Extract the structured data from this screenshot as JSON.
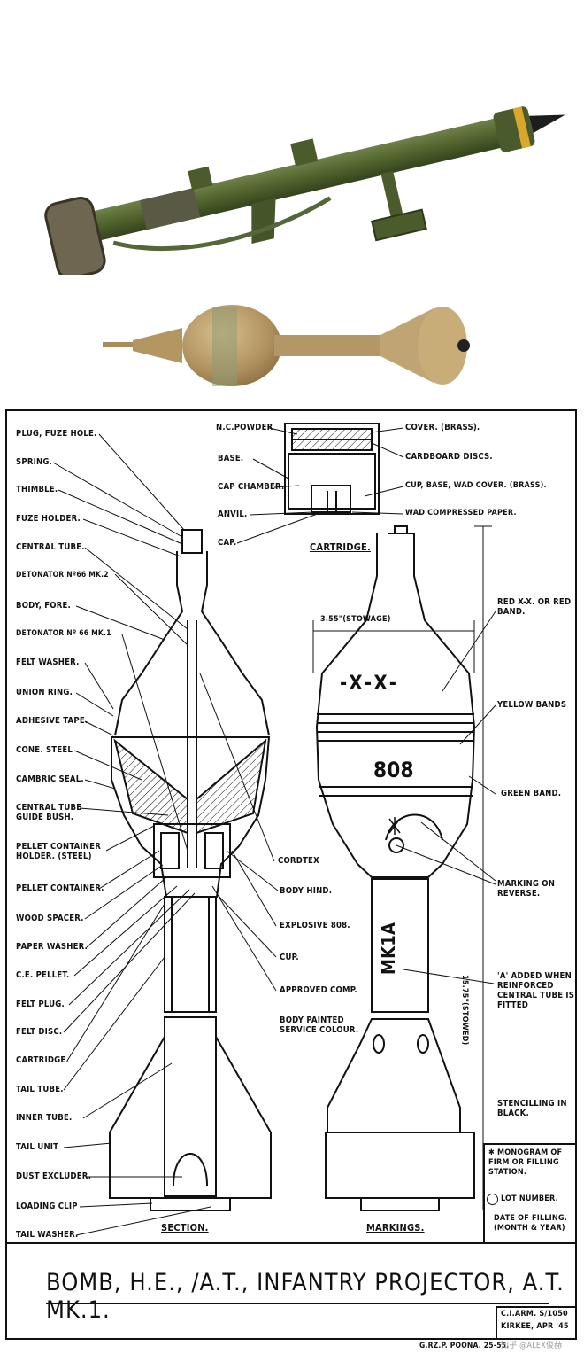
{
  "photos": {
    "weapon": "launcher-photo",
    "bomb": "bomb-photo"
  },
  "diagram": {
    "title": "BOMB, H.E., /A.T., INFANTRY PROJECTOR, A.T. MK.1.",
    "reference_line1": "C.I.ARM. S/1050",
    "reference_line2": "KIRKEE, APR '45",
    "printer": "G.RZ.P. POONA. 25-55.",
    "watermark": "知乎 @ALEX俊赫",
    "section_heading": "SECTION.",
    "markings_heading": "MARKINGS.",
    "cartridge_heading": "CARTRIDGE.",
    "stowage_dim": "3.55\"(STOWAGE)",
    "length_dim": "15.75\"(STOWED)",
    "stencil_x": "-X-X-",
    "stencil_808": "808",
    "stencil_mk1a": "MK1A",
    "section_labels": [
      "PLUG, FUZE HOLE.",
      "SPRING.",
      "THIMBLE.",
      "FUZE HOLDER.",
      "CENTRAL TUBE.",
      "DETONATOR Nº66 MK.2",
      "BODY, FORE.",
      "DETONATOR Nº 66 MK.1",
      "FELT WASHER.",
      "UNION RING.",
      "ADHESIVE TAPE.",
      "CONE. STEEL",
      "CAMBRIC SEAL.",
      "CENTRAL TUBE GUIDE BUSH.",
      "PELLET CONTAINER HOLDER. (STEEL)",
      "PELLET CONTAINER.",
      "WOOD SPACER.",
      "PAPER WASHER.",
      "C.E. PELLET.",
      "FELT PLUG.",
      "FELT DISC.",
      "CARTRIDGE.",
      "TAIL TUBE.",
      "INNER TUBE.",
      "TAIL UNIT",
      "DUST EXCLUDER.",
      "LOADING CLIP",
      "TAIL WASHER."
    ],
    "middle_labels": [
      "CORDTEX",
      "BODY HIND.",
      "EXPLOSIVE 808.",
      "CUP.",
      "APPROVED COMP.",
      "BODY PAINTED SERVICE COLOUR."
    ],
    "cartridge_labels": [
      "N.C.POWDER",
      "BASE.",
      "CAP CHAMBER.",
      "ANVIL.",
      "CAP.",
      "COVER. (BRASS).",
      "CARDBOARD DISCS.",
      "CUP, BASE, WAD COVER. (BRASS).",
      "WAD COMPRESSED PAPER."
    ],
    "marking_labels": [
      "RED X-X. OR RED BAND.",
      "YELLOW BANDS",
      "GREEN BAND.",
      "MARKING ON REVERSE.",
      "'A' ADDED WHEN REINFORCED CENTRAL TUBE IS FITTED",
      "STENCILLING IN BLACK."
    ],
    "legend": [
      "✱ MONOGRAM OF FIRM OR FILLING STATION.",
      "LOT NUMBER.",
      "DATE OF FILLING. (MONTH & YEAR)"
    ]
  },
  "colors": {
    "launcher_green": "#4f6232",
    "bomb_bronze": "#b0915e",
    "ink": "#111111"
  }
}
